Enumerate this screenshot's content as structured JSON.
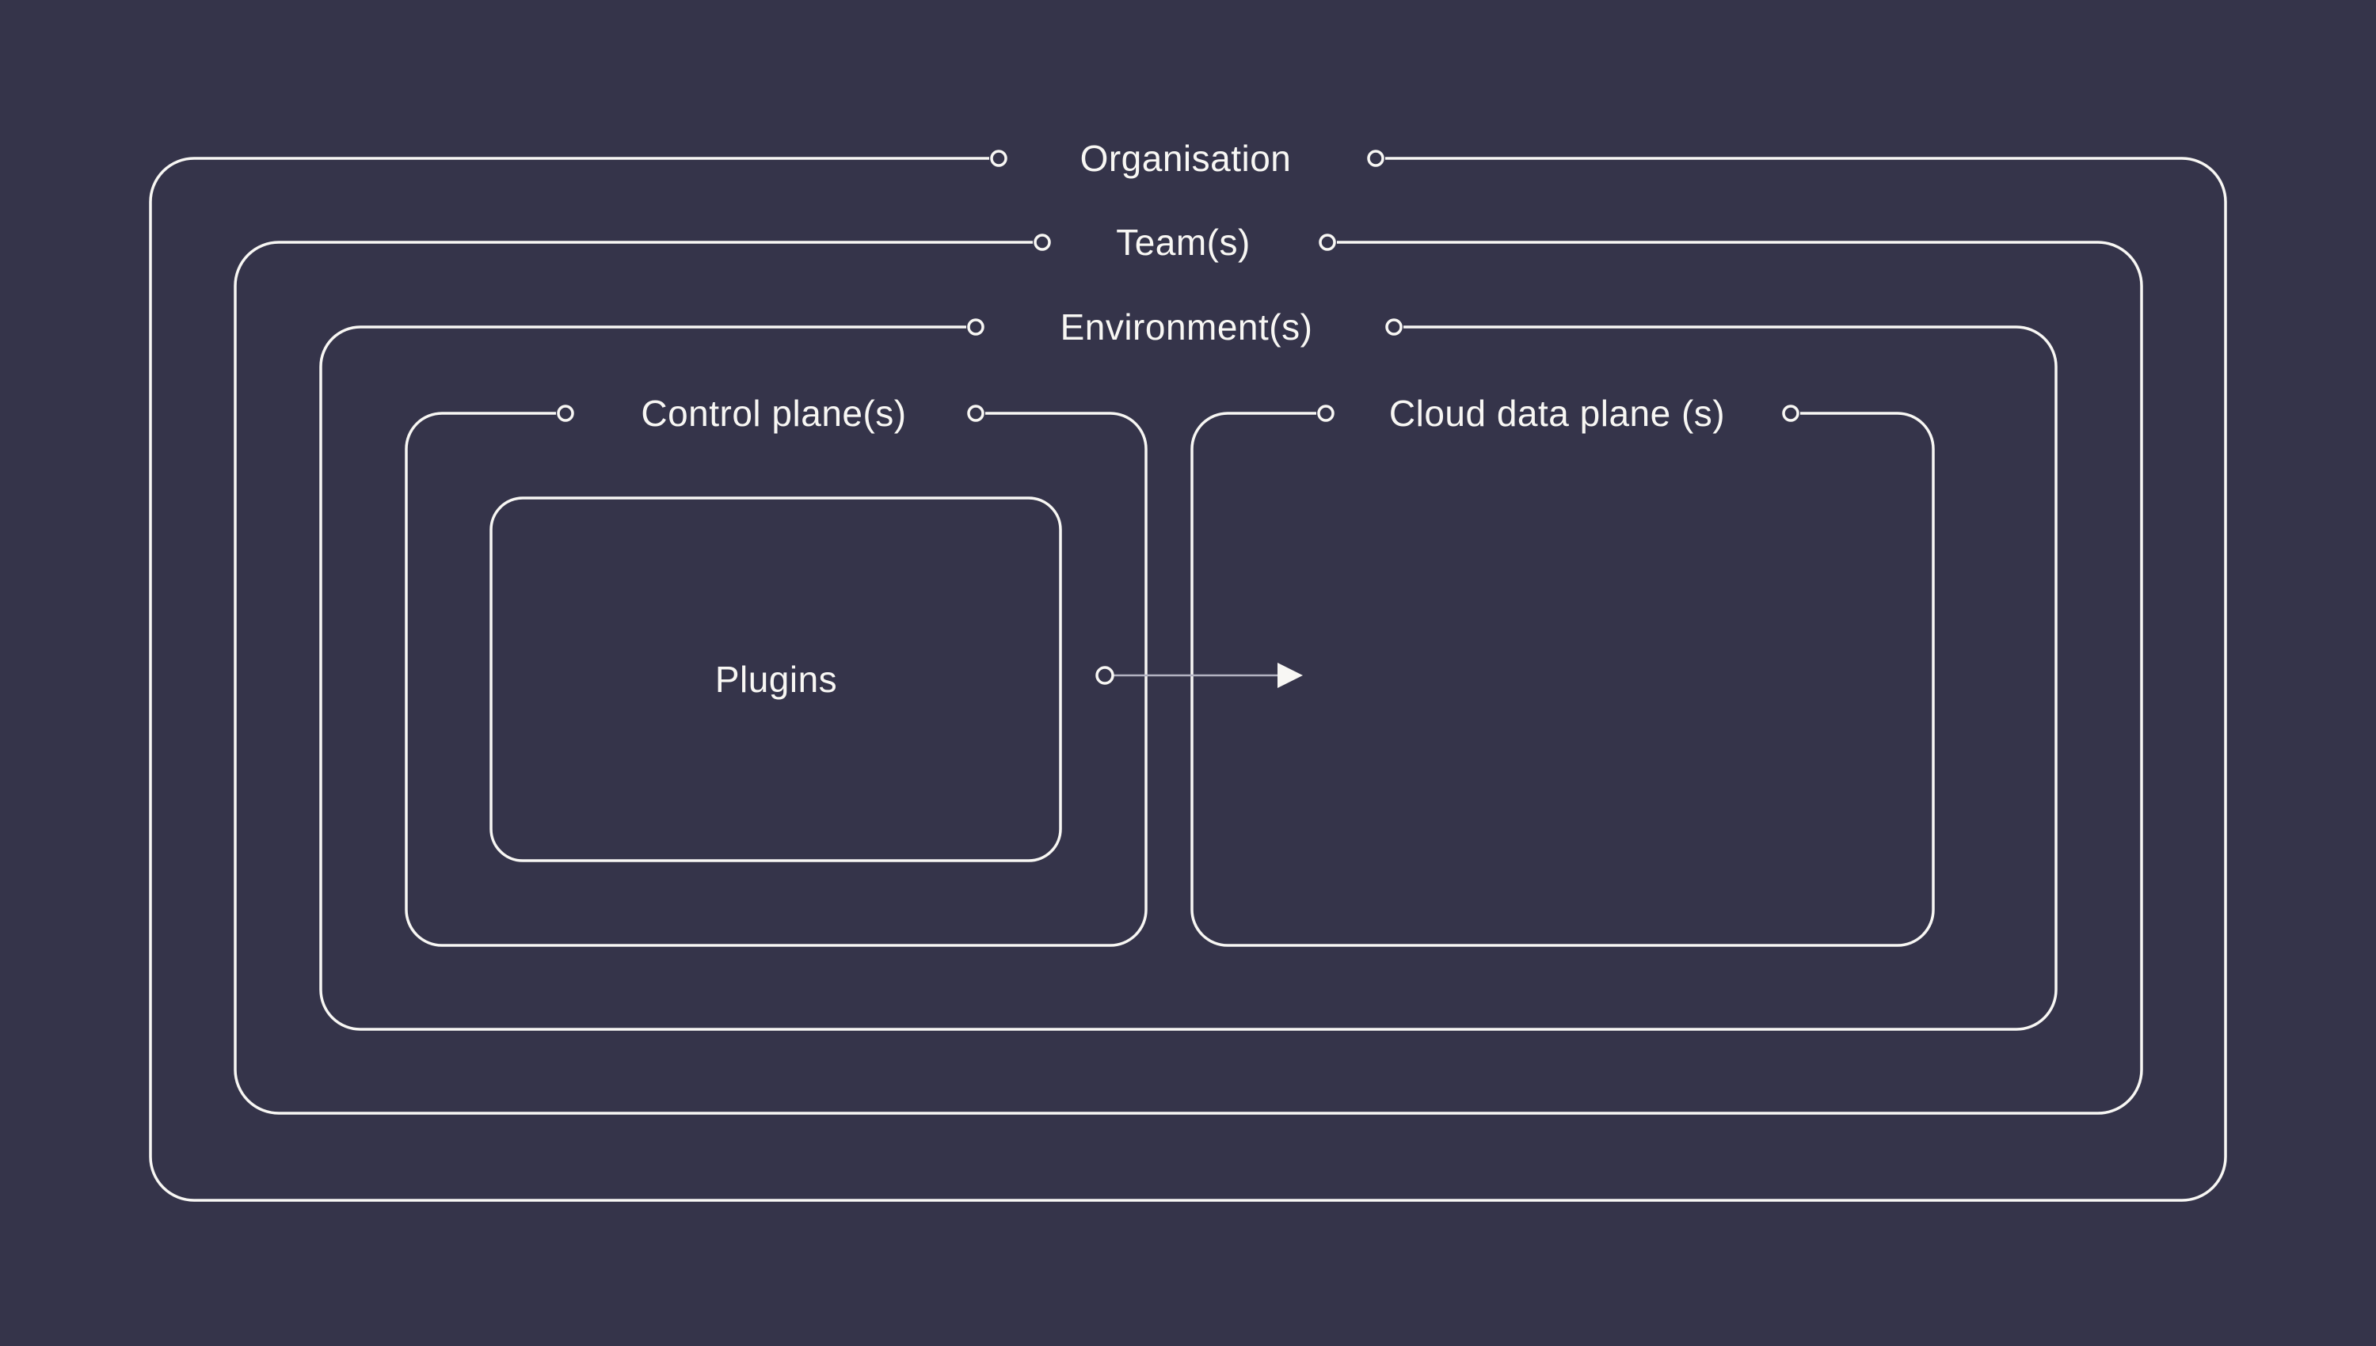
{
  "theme": {
    "background": "#35344A",
    "line": "#F8F7F4",
    "text": "#F8F7F4",
    "arrow_shaft": "#B4B3C2"
  },
  "boxes": [
    {
      "id": "organisation",
      "label": "Organisation"
    },
    {
      "id": "teams",
      "label": "Team(s)"
    },
    {
      "id": "environments",
      "label": "Environment(s)"
    },
    {
      "id": "control-plane",
      "label": "Control plane(s)"
    },
    {
      "id": "cloud-data-plane",
      "label": "Cloud data plane (s)"
    },
    {
      "id": "plugins",
      "label": "Plugins"
    }
  ],
  "arrow": {
    "from": "Plugins",
    "to": "Cloud data plane (s)"
  }
}
